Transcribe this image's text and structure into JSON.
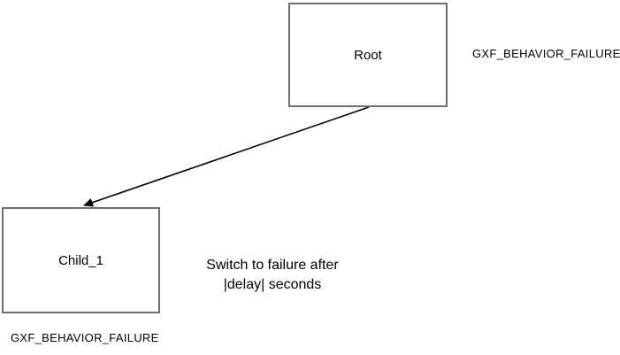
{
  "diagram": {
    "nodes": {
      "root": {
        "label": "Root",
        "annotation": "GXF_BEHAVIOR_FAILURE"
      },
      "child1": {
        "label": "Child_1",
        "annotation": "GXF_BEHAVIOR_FAILURE"
      }
    },
    "edge": {
      "from": "Root",
      "to": "Child_1",
      "label_line1": "Switch to failure after",
      "label_line2": "|delay| seconds"
    },
    "colors": {
      "node_border": "#6e6e6e",
      "text": "#000000",
      "arrow": "#000000",
      "background": "#ffffff"
    }
  }
}
